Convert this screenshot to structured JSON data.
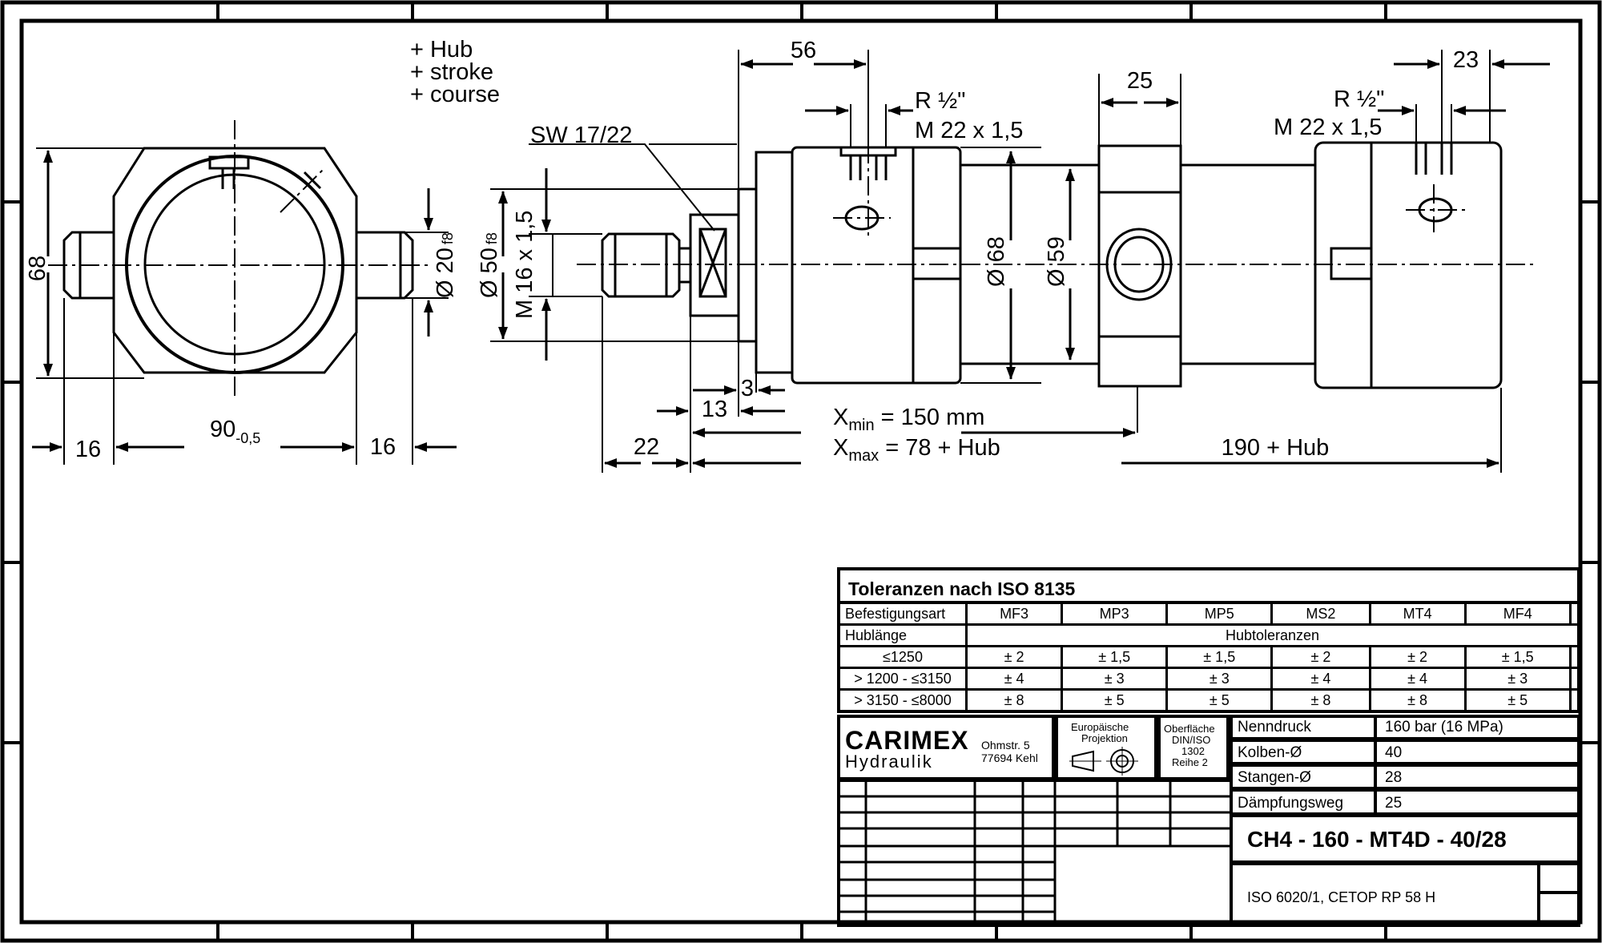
{
  "notes": {
    "hub": "+ Hub",
    "stroke": "+ stroke",
    "course": "+ course"
  },
  "dimensions": {
    "height_68": "68",
    "width_90": "90",
    "width_90_tol": "-0,5",
    "side_16_left": "16",
    "side_16_right": "16",
    "dia_20": "Ø 20",
    "dia_20_fit": "f8",
    "dia_50": "Ø 50",
    "dia_50_fit": "f8",
    "thread_m16": "M 16 x 1,5",
    "sw": "SW 17/22",
    "len_56": "56",
    "port_r_left": "R ½\"",
    "port_m_left": "M 22 x 1,5",
    "port_r_right": "R ½\"",
    "port_m_right": "M 22 x 1,5",
    "len_25": "25",
    "len_23": "23",
    "dia_68": "Ø 68",
    "dia_59": "Ø 59",
    "len_3": "3",
    "len_13": "13",
    "len_22": "22",
    "xmin_x": "X",
    "xmin_sub": "min",
    "xmin_rest": " = 150 mm",
    "xmax_x": "X",
    "xmax_sub": "max",
    "xmax_rest": " = 78 + Hub",
    "len_190": "190 + Hub"
  },
  "tolerances": {
    "title": "Toleranzen nach ISO 8135",
    "header_label": "Befestigungsart",
    "mountings": [
      "MF3",
      "MP3",
      "MP5",
      "MS2",
      "MT4",
      "MF4",
      ""
    ],
    "stroke_label": "Hublänge",
    "stroke_tol_label": "Hubtoleranzen",
    "rows": [
      {
        "range": "≤1250",
        "values": [
          "± 2",
          "± 1,5",
          "± 1,5",
          "± 2",
          "± 2",
          "± 1,5",
          ""
        ]
      },
      {
        "range": "> 1200 - ≤3150",
        "values": [
          "± 4",
          "± 3",
          "± 3",
          "± 4",
          "± 4",
          "± 3",
          ""
        ]
      },
      {
        "range": "> 3150 - ≤8000",
        "values": [
          "± 8",
          "± 5",
          "± 5",
          "± 8",
          "± 8",
          "± 5",
          ""
        ]
      }
    ]
  },
  "company": {
    "name": "CARIMEX",
    "sub": "Hydraulik",
    "street": "Ohmstr. 5",
    "city": "77694 Kehl",
    "projection_1": "Europäische",
    "projection_2": "Projektion",
    "surface_1": "Oberfläche",
    "surface_2": "DIN/ISO",
    "surface_3": "1302",
    "surface_4": "Reihe 2"
  },
  "specs": [
    {
      "label": "Nenndruck",
      "value": "160 bar (16 MPa)"
    },
    {
      "label": "Kolben-Ø",
      "value": "40"
    },
    {
      "label": "Stangen-Ø",
      "value": "28"
    },
    {
      "label": "Dämpfungsweg",
      "value": "25"
    }
  ],
  "part_number": "CH4 - 160 - MT4D - 40/28",
  "standard": "ISO 6020/1, CETOP RP 58 H"
}
